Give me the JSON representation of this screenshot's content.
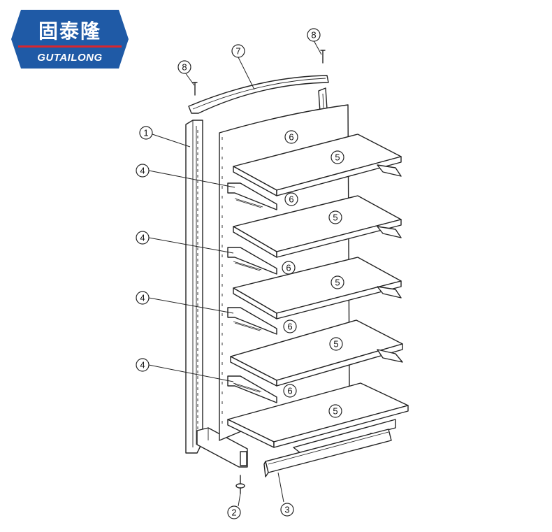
{
  "logo": {
    "chinese_name": "固泰隆",
    "english_name": "GUTAILONG",
    "bg_color": "#1f5aa6",
    "stripe_color": "#d8262e"
  },
  "callouts": [
    {
      "id": "c1",
      "label": "1"
    },
    {
      "id": "c2",
      "label": "2"
    },
    {
      "id": "c3",
      "label": "3"
    },
    {
      "id": "c4a",
      "label": "4"
    },
    {
      "id": "c4b",
      "label": "4"
    },
    {
      "id": "c4c",
      "label": "4"
    },
    {
      "id": "c4d",
      "label": "4"
    },
    {
      "id": "c5a",
      "label": "5"
    },
    {
      "id": "c5b",
      "label": "5"
    },
    {
      "id": "c5c",
      "label": "5"
    },
    {
      "id": "c5d",
      "label": "5"
    },
    {
      "id": "c5e",
      "label": "5"
    },
    {
      "id": "c6a",
      "label": "6"
    },
    {
      "id": "c6b",
      "label": "6"
    },
    {
      "id": "c6c",
      "label": "6"
    },
    {
      "id": "c6d",
      "label": "6"
    },
    {
      "id": "c6e",
      "label": "6"
    },
    {
      "id": "c7",
      "label": "7"
    },
    {
      "id": "c8a",
      "label": "8"
    },
    {
      "id": "c8b",
      "label": "8"
    }
  ]
}
